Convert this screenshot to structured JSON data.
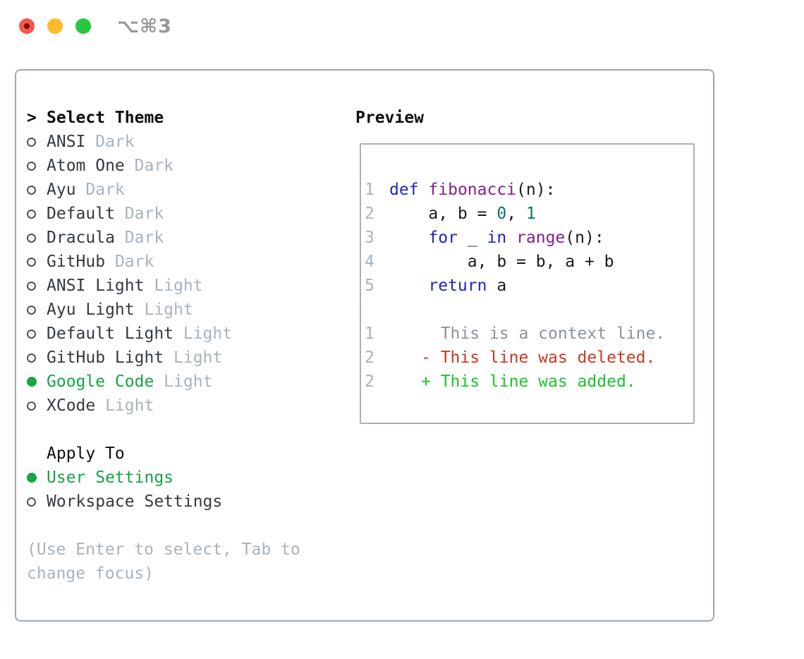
{
  "window": {
    "title": "⌥⌘3",
    "traffic_lights": [
      "close",
      "minimize",
      "zoom"
    ]
  },
  "colors": {
    "accent_green": "#16a546",
    "muted_gray": "#a9b3bf",
    "keyword_blue": "#2424bd",
    "function_purple": "#861f8c",
    "number_teal": "#0d7173",
    "deleted_red": "#cb3722",
    "added_green": "#1cc32b",
    "line_number_gray": "#a7b3c2"
  },
  "theme_panel": {
    "header": {
      "prefix": ">",
      "label": "Select Theme"
    },
    "themes": [
      {
        "name": "ANSI",
        "variant": "Dark",
        "selected": false
      },
      {
        "name": "Atom One",
        "variant": "Dark",
        "selected": false
      },
      {
        "name": "Ayu",
        "variant": "Dark",
        "selected": false
      },
      {
        "name": "Default",
        "variant": "Dark",
        "selected": false
      },
      {
        "name": "Dracula",
        "variant": "Dark",
        "selected": false
      },
      {
        "name": "GitHub",
        "variant": "Dark",
        "selected": false
      },
      {
        "name": "ANSI Light",
        "variant": "Light",
        "selected": false
      },
      {
        "name": "Ayu Light",
        "variant": "Light",
        "selected": false
      },
      {
        "name": "Default Light",
        "variant": "Light",
        "selected": false
      },
      {
        "name": "GitHub Light",
        "variant": "Light",
        "selected": false
      },
      {
        "name": "Google Code",
        "variant": "Light",
        "selected": true
      },
      {
        "name": "XCode",
        "variant": "Light",
        "selected": false
      }
    ],
    "apply_to": {
      "label": "Apply To",
      "options": [
        {
          "name": "User Settings",
          "selected": true
        },
        {
          "name": "Workspace Settings",
          "selected": false
        }
      ]
    },
    "help": [
      "(Use Enter to select, Tab to",
      "change focus)"
    ]
  },
  "preview": {
    "label": "Preview",
    "code_lines": [
      {
        "num": "1",
        "tokens": [
          {
            "t": "def",
            "c": "kw"
          },
          {
            "t": " ",
            "c": "pl"
          },
          {
            "t": "fibonacci",
            "c": "fn"
          },
          {
            "t": "(n):",
            "c": "pl"
          }
        ]
      },
      {
        "num": "2",
        "tokens": [
          {
            "t": "    a, b = ",
            "c": "pl"
          },
          {
            "t": "0",
            "c": "num"
          },
          {
            "t": ", ",
            "c": "pl"
          },
          {
            "t": "1",
            "c": "num"
          }
        ]
      },
      {
        "num": "3",
        "tokens": [
          {
            "t": "    ",
            "c": "pl"
          },
          {
            "t": "for",
            "c": "kw"
          },
          {
            "t": " _ ",
            "c": "pl"
          },
          {
            "t": "in",
            "c": "kw"
          },
          {
            "t": " ",
            "c": "pl"
          },
          {
            "t": "range",
            "c": "fn"
          },
          {
            "t": "(n):",
            "c": "pl"
          }
        ]
      },
      {
        "num": "4",
        "tokens": [
          {
            "t": "        a, b = b, a + b",
            "c": "pl"
          }
        ]
      },
      {
        "num": "5",
        "tokens": [
          {
            "t": "    ",
            "c": "pl"
          },
          {
            "t": "return",
            "c": "kw"
          },
          {
            "t": " a",
            "c": "pl"
          }
        ]
      }
    ],
    "diff_lines": [
      {
        "num": "1",
        "text": "  This is a context line.",
        "type": "context"
      },
      {
        "num": "2",
        "text": "- This line was deleted.",
        "type": "deleted"
      },
      {
        "num": "2",
        "text": "+ This line was added.",
        "type": "added"
      }
    ]
  }
}
